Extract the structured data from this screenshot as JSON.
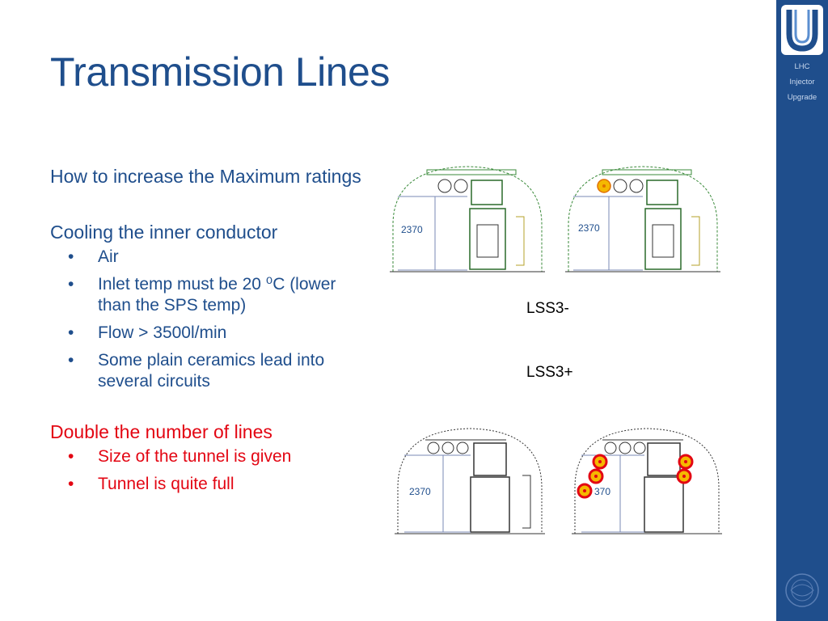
{
  "slide": {
    "title": "Transmission Lines",
    "brand": {
      "line1": "LHC",
      "line2": "Injector",
      "line3": "Upgrade",
      "accent": "#1f4e8c",
      "highlight": "#e30613"
    },
    "sections": [
      {
        "heading": "How to increase the Maximum ratings",
        "bullets": []
      },
      {
        "heading": "Cooling the inner conductor",
        "bullets": [
          "Air",
          "Inlet temp must be 20 ⁰C (lower than the SPS temp)",
          "Flow > 3500l/min",
          "Some plain ceramics lead into several circuits"
        ]
      },
      {
        "heading": "Double the number of lines",
        "bullets": [
          "Size of the tunnel is given",
          "Tunnel is quite full"
        ]
      }
    ],
    "diagram_labels": {
      "minus": "LSS3-",
      "plus": "LSS3+"
    },
    "dimensions": [
      "2370",
      "2370",
      "2370",
      "370"
    ]
  }
}
